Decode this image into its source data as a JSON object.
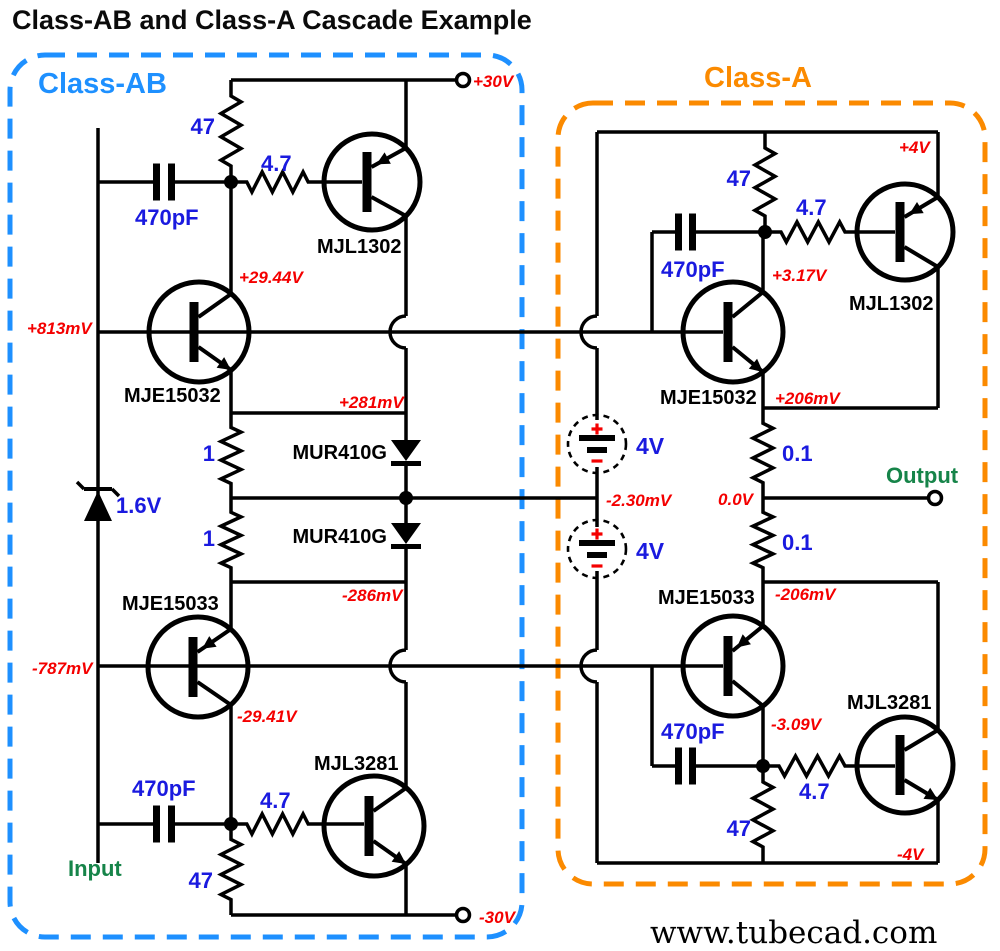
{
  "title": "Class-AB and Class-A Cascade Example",
  "footer": "www.tubecad.com",
  "colors": {
    "class_ab_border": "#1E90FF",
    "class_a_border": "#FB8A00",
    "value_text": "#1A1ADF",
    "voltage_text": "#F40000",
    "net_text": "#168449",
    "wire": "#000000"
  },
  "class_ab": {
    "label": "Class-AB",
    "supply_pos": "+30V",
    "supply_neg": "-30V",
    "input": "Input",
    "r_top": "47",
    "c_top": "470pF",
    "r_base_top": "4.7",
    "q_top": "MJL1302",
    "v_top_node": "+29.44V",
    "q_driver_top": "MJE15032",
    "v_base_top": "+813mV",
    "v_emitter_top": "+281mV",
    "r_mid_top": "1",
    "d_top": "MUR410G",
    "r_mid_bot": "1",
    "d_bot": "MUR410G",
    "zener": "1.6V",
    "v_emitter_bot": "-286mV",
    "q_driver_bot": "MJE15033",
    "v_base_bot": "-787mV",
    "v_bot_node": "-29.41V",
    "q_bot": "MJL3281",
    "c_bot": "470pF",
    "r_base_bot": "4.7",
    "r_bot": "47"
  },
  "class_a": {
    "label": "Class-A",
    "supply_pos": "+4V",
    "supply_neg": "-4V",
    "output": "Output",
    "r_top": "47",
    "r_base_top": "4.7",
    "c_top": "470pF",
    "q_top": "MJL1302",
    "v_top_node": "+3.17V",
    "q_driver_top": "MJE15032",
    "v_emitter_top": "+206mV",
    "battery_top": "4V",
    "battery_bot": "4V",
    "v_mid": "-2.30mV",
    "v_out": "0.0V",
    "r_out_top": "0.1",
    "r_out_bot": "0.1",
    "q_driver_bot": "MJE15033",
    "v_emitter_bot": "-206mV",
    "c_bot": "470pF",
    "v_bot_node": "-3.09V",
    "q_bot": "MJL3281",
    "r_base_bot": "4.7",
    "r_bot": "47"
  }
}
